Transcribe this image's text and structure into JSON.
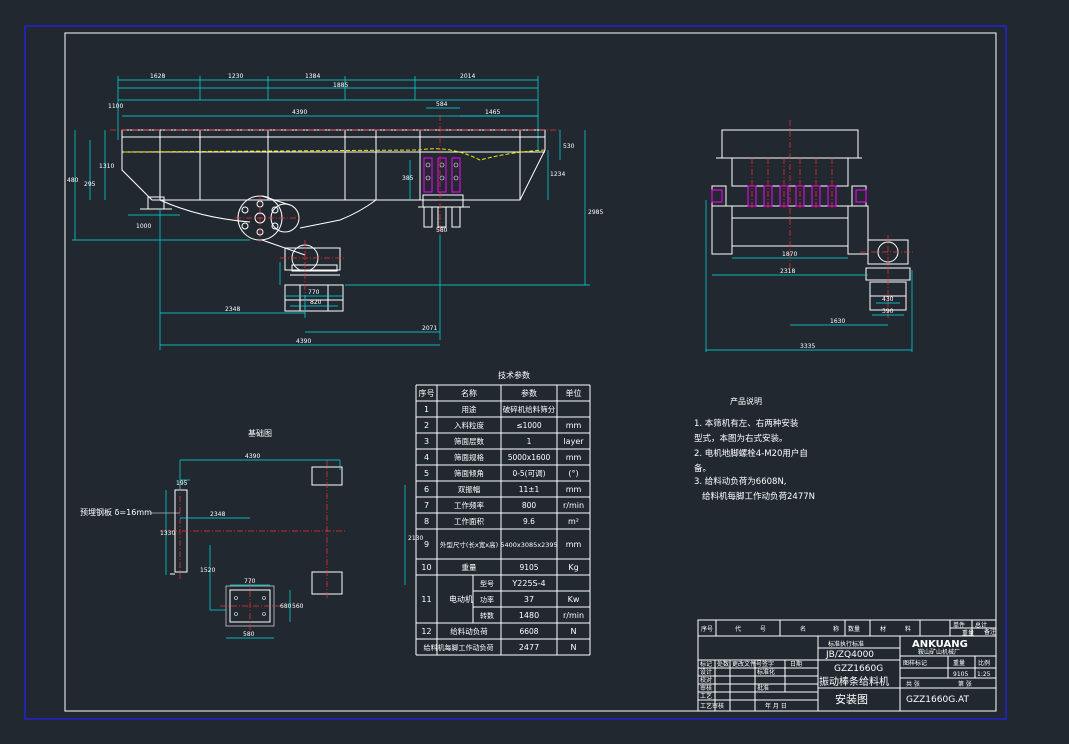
{
  "colors": {
    "background": "#212830",
    "frame_outer": "#2222ff",
    "frame_inner": "#ffffff",
    "centerline": "#ff3030",
    "dimension": "#00e5e5",
    "spring": "#ff00ff",
    "material_line": "#e8e800"
  },
  "front_view": {
    "dims": {
      "d1": "1628",
      "d2": "1230",
      "d3": "1384",
      "d4": "1885",
      "d5": "2014",
      "d6": "4390",
      "d7": "584",
      "d8": "1465",
      "d9": "385",
      "d10": "530",
      "d11": "1234",
      "d12": "2985",
      "d13": "1100",
      "d14": "480",
      "d15": "295",
      "d16": "1310",
      "d17": "1000",
      "d18": "2348",
      "d19": "2071",
      "d20": "4390",
      "d21": "820",
      "d22": "770",
      "d23": "580"
    }
  },
  "side_view": {
    "dims": {
      "d1": "1870",
      "d2": "2318",
      "d3": "1630",
      "d4": "3335",
      "d5": "430",
      "d6": "390"
    }
  },
  "foundation": {
    "title": "基础图",
    "plate_label": "预埋钢板 δ=16mm",
    "dims": {
      "d1": "4390",
      "d2": "195",
      "d3": "1330",
      "d4": "2348",
      "d5": "2130",
      "d6": "1520",
      "d7": "770",
      "d8": "580",
      "d9": "680",
      "d10": "560"
    }
  },
  "tech_table": {
    "title": "技术参数",
    "headers": [
      "序号",
      "名称",
      "参数",
      "单位"
    ],
    "rows": [
      {
        "no": "1",
        "name": "用途",
        "param": "破碎机给料筛分",
        "unit": ""
      },
      {
        "no": "2",
        "name": "入料粒度",
        "param": "≤1000",
        "unit": "mm"
      },
      {
        "no": "3",
        "name": "筛面层数",
        "param": "1",
        "unit": "layer"
      },
      {
        "no": "4",
        "name": "筛面规格",
        "param": "5000x1600",
        "unit": "mm"
      },
      {
        "no": "5",
        "name": "筛面倾角",
        "param": "0-5(可调)",
        "unit": "(°)"
      },
      {
        "no": "6",
        "name": "双振幅",
        "param": "11±1",
        "unit": "mm"
      },
      {
        "no": "7",
        "name": "工作频率",
        "param": "800",
        "unit": "r/min"
      },
      {
        "no": "8",
        "name": "工作面积",
        "param": "9.6",
        "unit": "m²"
      },
      {
        "no": "9",
        "name": "外型尺寸(长x宽x高)",
        "param": "5400x3085x2395",
        "unit": "mm"
      },
      {
        "no": "10",
        "name": "重量",
        "param": "9105",
        "unit": "Kg"
      },
      {
        "no": "11",
        "name": "电动机",
        "param": "",
        "unit": ""
      },
      {
        "no": "12",
        "name": "给料动负荷",
        "param": "6608",
        "unit": "N"
      }
    ],
    "motor_rows": [
      {
        "label": "型号",
        "value": "Y225S-4",
        "unit": ""
      },
      {
        "label": "功率",
        "value": "37",
        "unit": "Kw"
      },
      {
        "label": "转数",
        "value": "1480",
        "unit": "r/min"
      }
    ],
    "extra_row": {
      "name": "给料机每脚工作动负荷",
      "param": "2477",
      "unit": "N"
    }
  },
  "product_notes": {
    "title": "产品说明",
    "lines": [
      "1. 本筛机有左、右两种安装",
      "型式，本图为右式安装。",
      "2. 电机地脚螺栓4-M20用户自",
      "备。",
      "3. 给料动负荷为6608N,",
      "给料机每脚工作动负荷2477N"
    ]
  },
  "title_block": {
    "standard_label": "标准执行标准",
    "standard": "JB/ZQ4000",
    "model": "GZZ1660G",
    "name": "振动棒条给料机",
    "drawing_type": "安装图",
    "brand": "ANKUANG",
    "company": "鞍山矿山机械厂",
    "drawing_no": "GZZ1660G.AT",
    "weight": "9105",
    "scale": "1:25",
    "col_headers": [
      "序号",
      "代",
      "号",
      "名",
      "称",
      "数量",
      "材",
      "料",
      "单件",
      "总计",
      "备注"
    ],
    "hdr_weight": "重量",
    "labels": {
      "mark": "图样标记",
      "weight": "重量",
      "scale": "比例",
      "sheets": "共 张",
      "sheet": "第 张",
      "design": "设计",
      "check": "校对",
      "review": "审核",
      "process": "工艺",
      "standard": "标准化",
      "approve": "批准",
      "date": "年 月 日",
      "rev": "标记",
      "count": "处数",
      "file": "更改文件号",
      "sign": "签字",
      "rdate": "日期",
      "craft": "工艺审核"
    }
  }
}
